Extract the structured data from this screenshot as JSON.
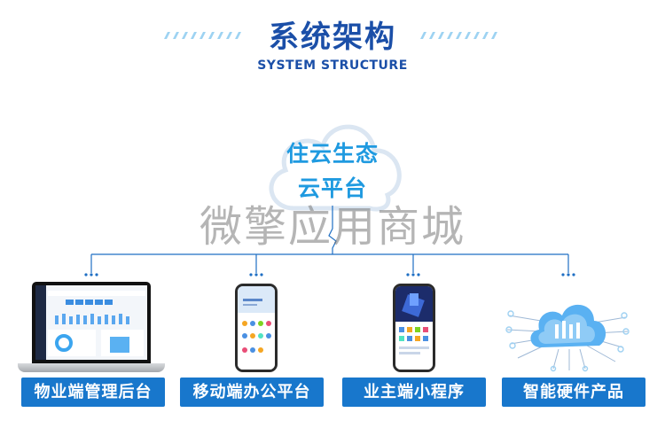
{
  "header": {
    "title": "系统架构",
    "subtitle": "SYSTEM STRUCTURE"
  },
  "core": {
    "line1": "住云生态",
    "line2": "云平台"
  },
  "watermark": "微擎应用商城",
  "nodes": [
    {
      "label": "物业端管理后台",
      "device": "laptop"
    },
    {
      "label": "移动端办公平台",
      "device": "phone"
    },
    {
      "label": "业主端小程序",
      "device": "phone"
    },
    {
      "label": "智能硬件产品",
      "device": "cloud-hardware"
    }
  ],
  "colors": {
    "title": "#1b4fa8",
    "accent": "#1f9ae0",
    "label_bg": "#1877cc",
    "line": "#1f6fc4"
  }
}
